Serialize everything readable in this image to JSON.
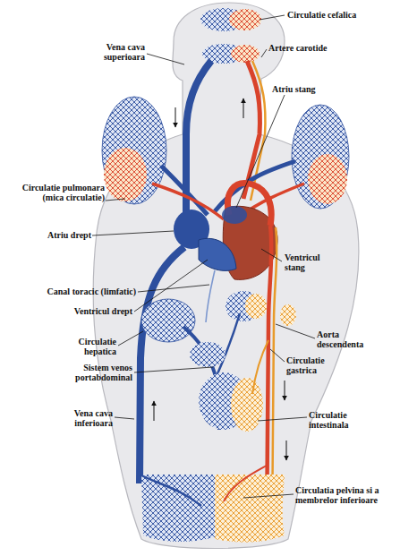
{
  "diagram": {
    "labels": [
      "Circulatie cefalica",
      "Vena cava superioara",
      "Artere carotide",
      "Atriu stang",
      "Circulatie pulmonara (mica circulatie)",
      "Atriu drept",
      "Ventricul stang",
      "Canal toracic (limfatic)",
      "Ventricul drept",
      "Aorta descendenta",
      "Circulatie hepatica",
      "Circulatie gastrica",
      "Sistem venos portabdominal",
      "Vena cava inferioara",
      "Circulatie intestinala",
      "Circulatia pelvina si a membrelor inferioare"
    ]
  }
}
